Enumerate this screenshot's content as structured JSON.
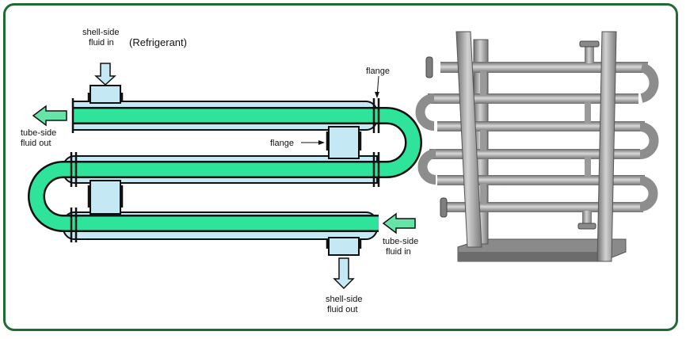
{
  "labels": {
    "shell_in_1": "shell-side",
    "shell_in_2": "fluid in",
    "shell_in_3": "(Refrigerant)",
    "tube_out_1": "tube-side",
    "tube_out_2": "fluid out",
    "flange_top": "flange",
    "flange_mid": "flange",
    "tube_in_1": "tube-side",
    "tube_in_2": "fluid in",
    "shell_out_1": "shell-side",
    "shell_out_2": "fluid out"
  },
  "colors": {
    "border": "#1f6b34",
    "tube_fluid": "#2ee39a",
    "shell_fluid": "#c4e8f4",
    "arrow": "#66e3a6",
    "outline": "#111111",
    "steel": "#9a9a9a"
  }
}
